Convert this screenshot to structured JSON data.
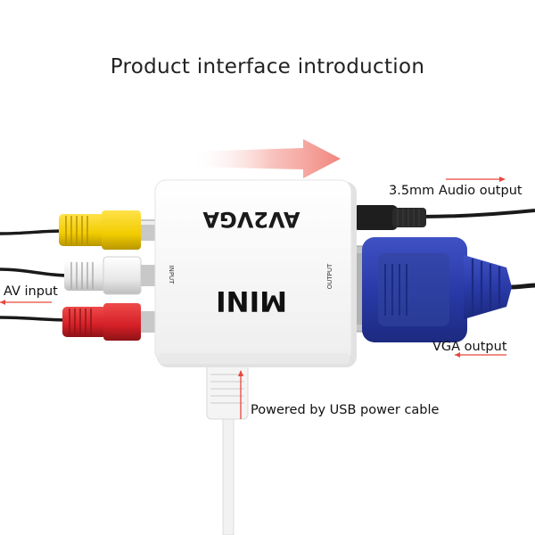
{
  "title": "Product interface introduction",
  "device": {
    "model": "AV2VGA",
    "series": "MINI",
    "input_port_label": "INPUT",
    "output_port_label": "OUTPUT"
  },
  "callouts": {
    "audio": "3.5mm Audio output",
    "av_input": "AV input",
    "vga": "VGA output",
    "usb": "Powered by USB power cable"
  },
  "colors": {
    "arrow": "#e8473b",
    "rca_yellow": "#f2cc00",
    "rca_white": "#f2f2f2",
    "rca_red": "#d42027",
    "vga_blue": "#2a3aa8",
    "cable": "#1a1a1a"
  }
}
